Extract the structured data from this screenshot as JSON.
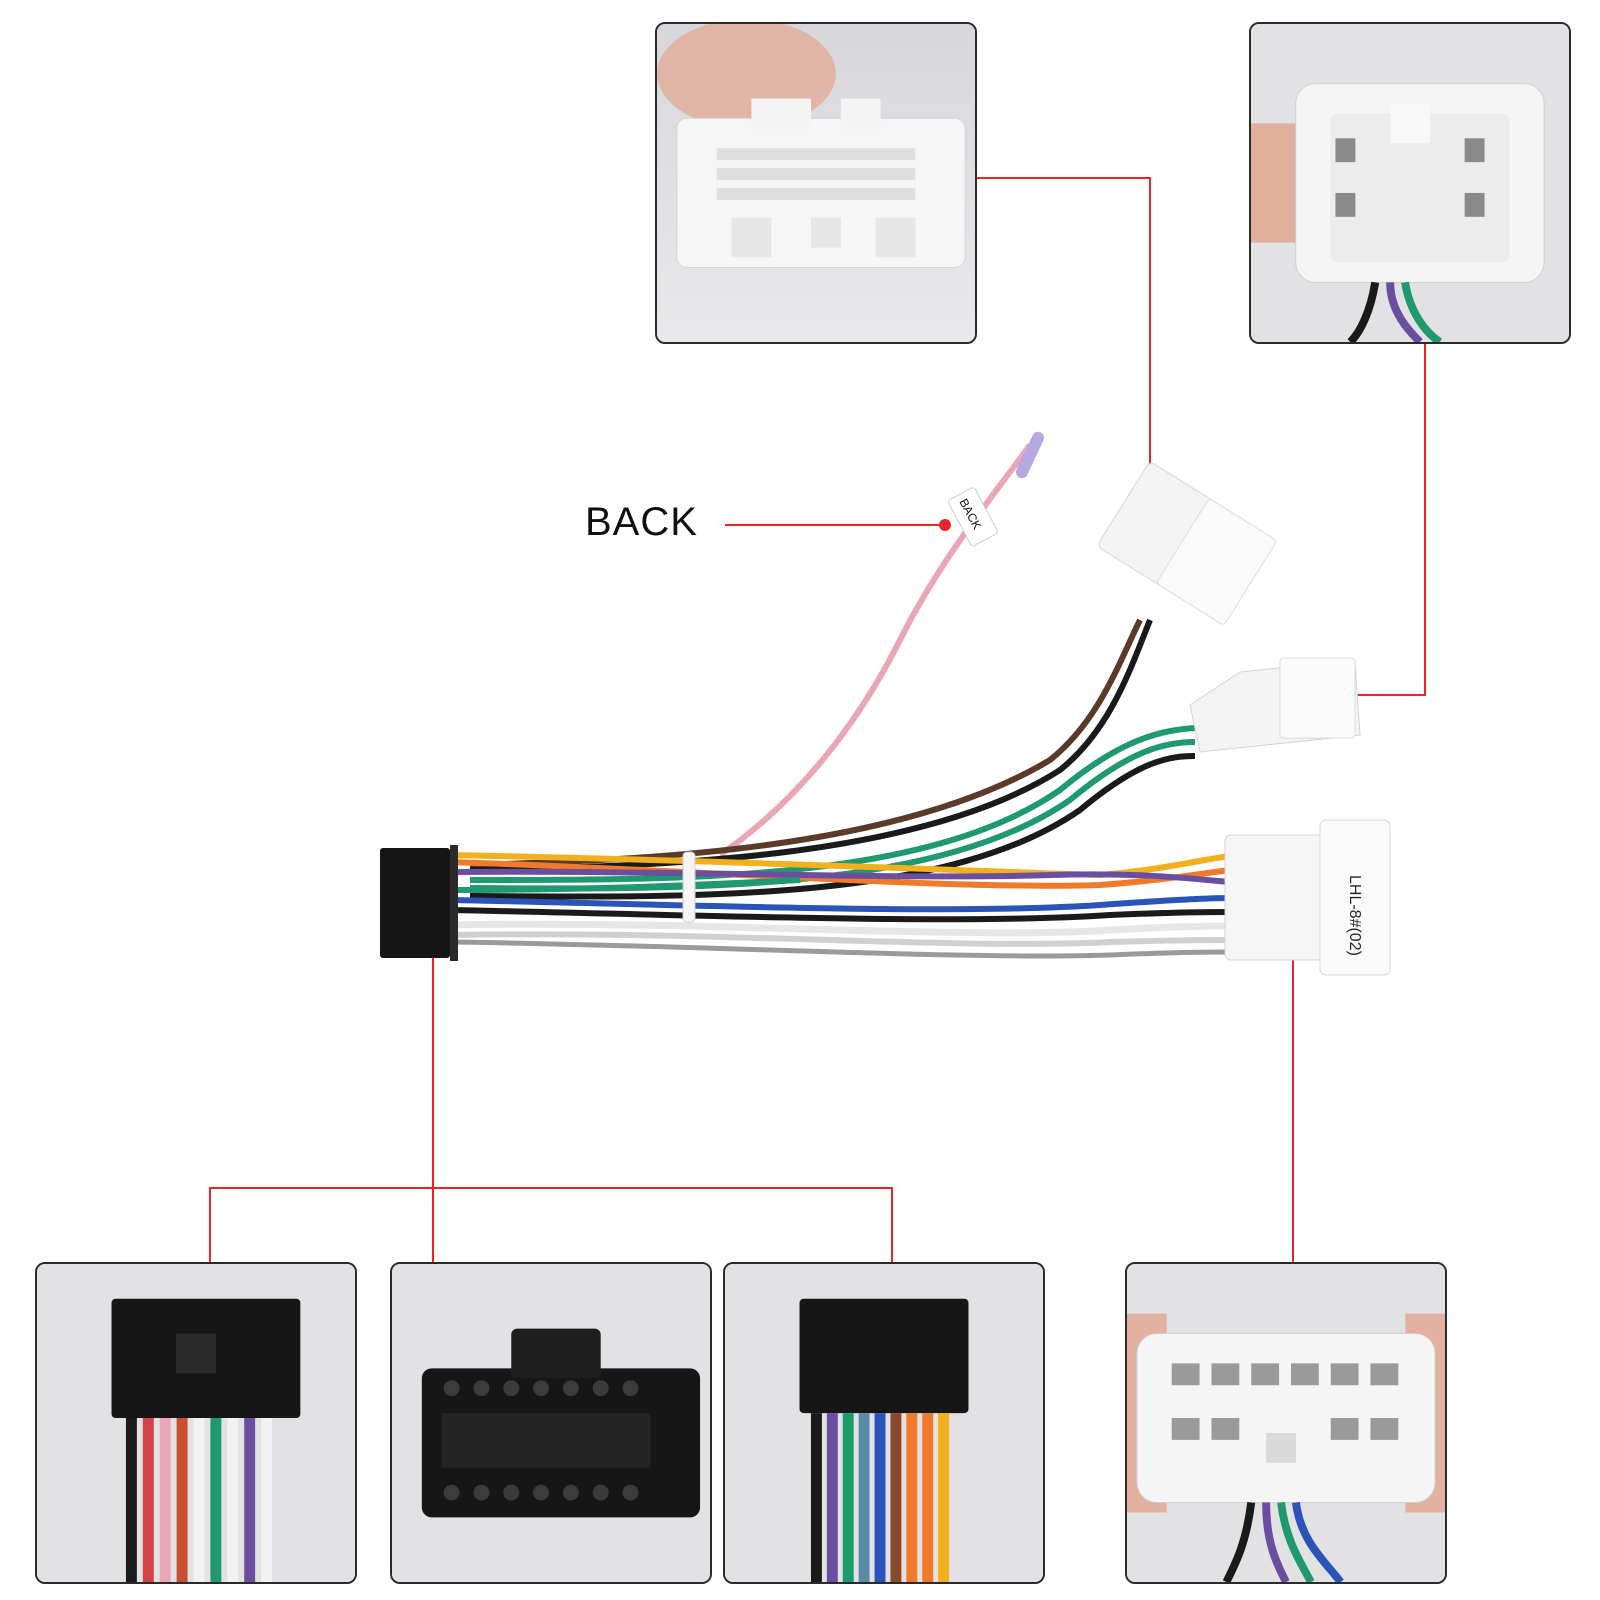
{
  "labels": {
    "back_callout": "BACK",
    "back_tag": "BACK",
    "connector_code": "LHL-8#(02)"
  },
  "colors": {
    "callout_line": "#e8252b",
    "wire_pink": "#e9a6b6",
    "wire_brown": "#5b3a2a",
    "wire_black": "#1a1a1a",
    "wire_green": "#1f9a6e",
    "wire_orange": "#ee7a2a",
    "wire_yellow": "#f2b01e",
    "wire_purple": "#6c4ea0",
    "wire_blue": "#2a54b8",
    "wire_white": "#f2f2f2",
    "wire_gray": "#9a9a9a"
  },
  "panels": [
    {
      "name": "panel-top-connector-front",
      "icon": "white-multi-pin-connector-icon"
    },
    {
      "name": "panel-top-connector-pins",
      "icon": "white-6-pin-connector-icon"
    },
    {
      "name": "panel-bottom-black-side",
      "icon": "black-connector-side-icon"
    },
    {
      "name": "panel-bottom-black-face",
      "icon": "black-connector-face-icon"
    },
    {
      "name": "panel-bottom-black-rear",
      "icon": "black-connector-rear-icon"
    },
    {
      "name": "panel-bottom-white-pins",
      "icon": "white-12-pin-connector-icon"
    }
  ]
}
